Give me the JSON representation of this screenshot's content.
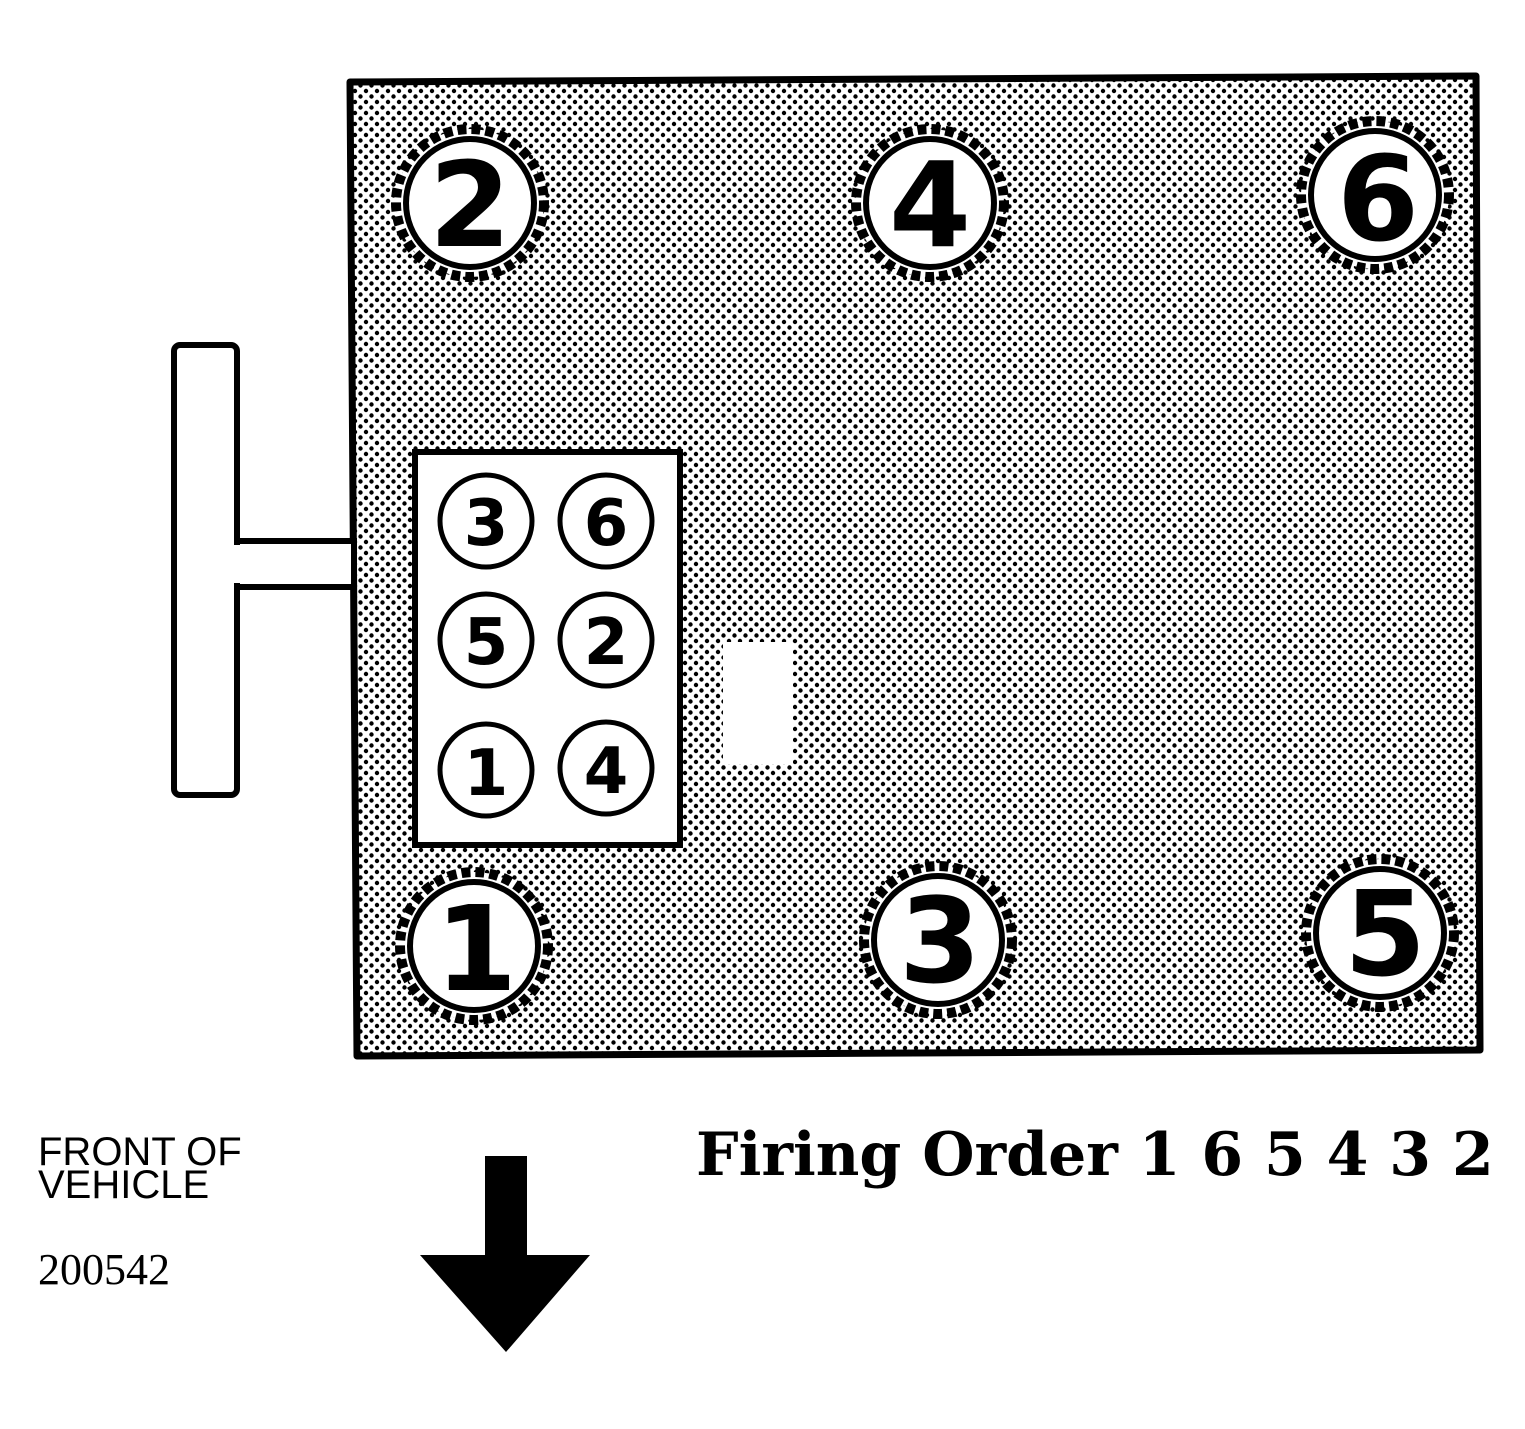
{
  "engine_cylinders": [
    {
      "id": "2",
      "label": "2"
    },
    {
      "id": "4",
      "label": "4"
    },
    {
      "id": "6",
      "label": "6"
    },
    {
      "id": "1",
      "label": "1"
    },
    {
      "id": "3",
      "label": "3"
    },
    {
      "id": "5",
      "label": "5"
    }
  ],
  "distributor_terminals": [
    {
      "id": "3",
      "label": "3"
    },
    {
      "id": "6",
      "label": "6"
    },
    {
      "id": "5",
      "label": "5"
    },
    {
      "id": "2",
      "label": "2"
    },
    {
      "id": "1",
      "label": "1"
    },
    {
      "id": "4",
      "label": "4"
    }
  ],
  "labels": {
    "front_line1": "FRONT OF",
    "front_line2": "VEHICLE",
    "figure_id": "200542",
    "firing_order": "Firing Order 1 6 5 4 3 2"
  },
  "icons": {
    "direction": "arrow-down-icon"
  }
}
